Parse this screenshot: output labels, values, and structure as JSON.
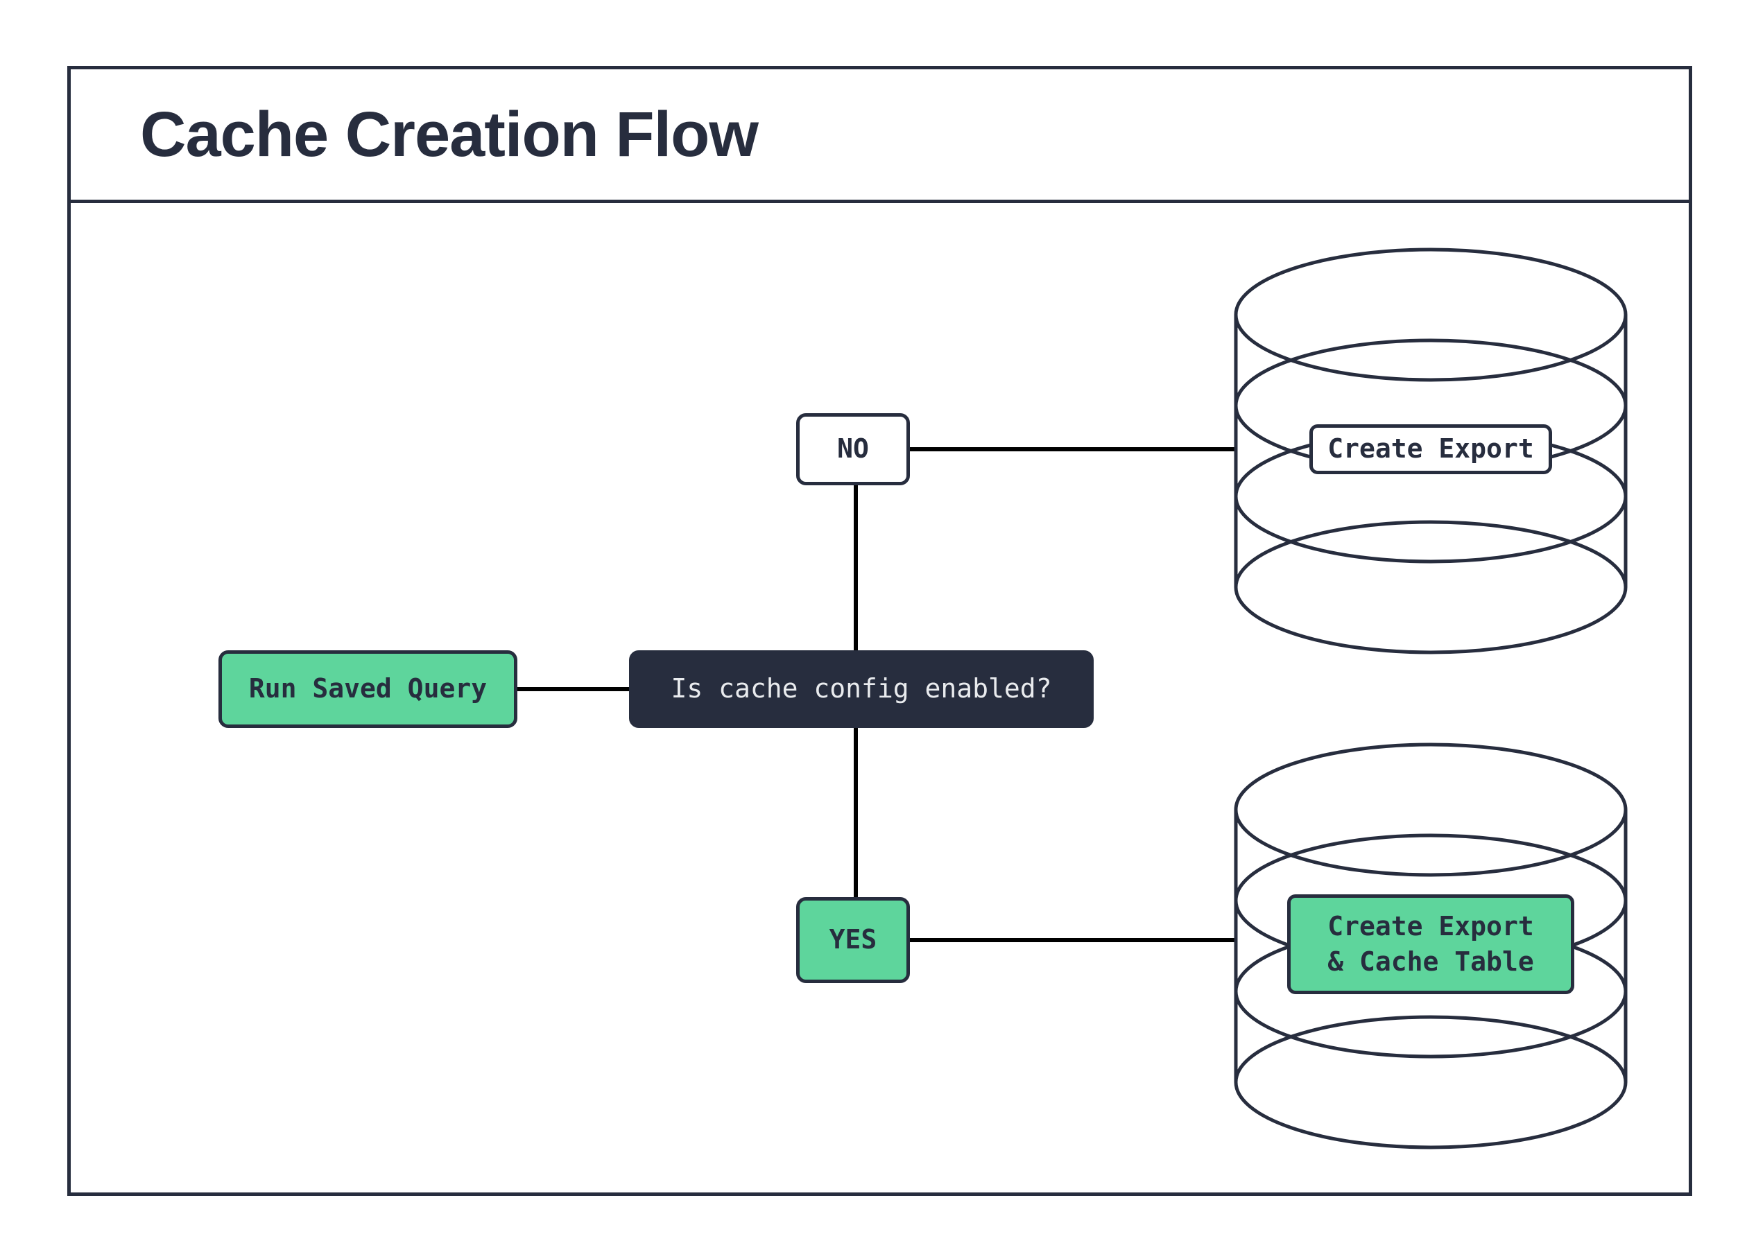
{
  "title": "Cache Creation Flow",
  "colors": {
    "ink": "#272d3e",
    "green": "#5ed59c",
    "line": "#000000",
    "light_text": "#e9ebee",
    "bg": "#ffffff"
  },
  "nodes": {
    "start": {
      "label": "Run Saved Query"
    },
    "decision": {
      "label": "Is cache config enabled?"
    },
    "no": {
      "label": "NO"
    },
    "yes": {
      "label": "YES"
    },
    "export": {
      "label": "Create Export"
    },
    "export_cache": {
      "line1": "Create Export",
      "line2": "& Cache Table"
    }
  }
}
